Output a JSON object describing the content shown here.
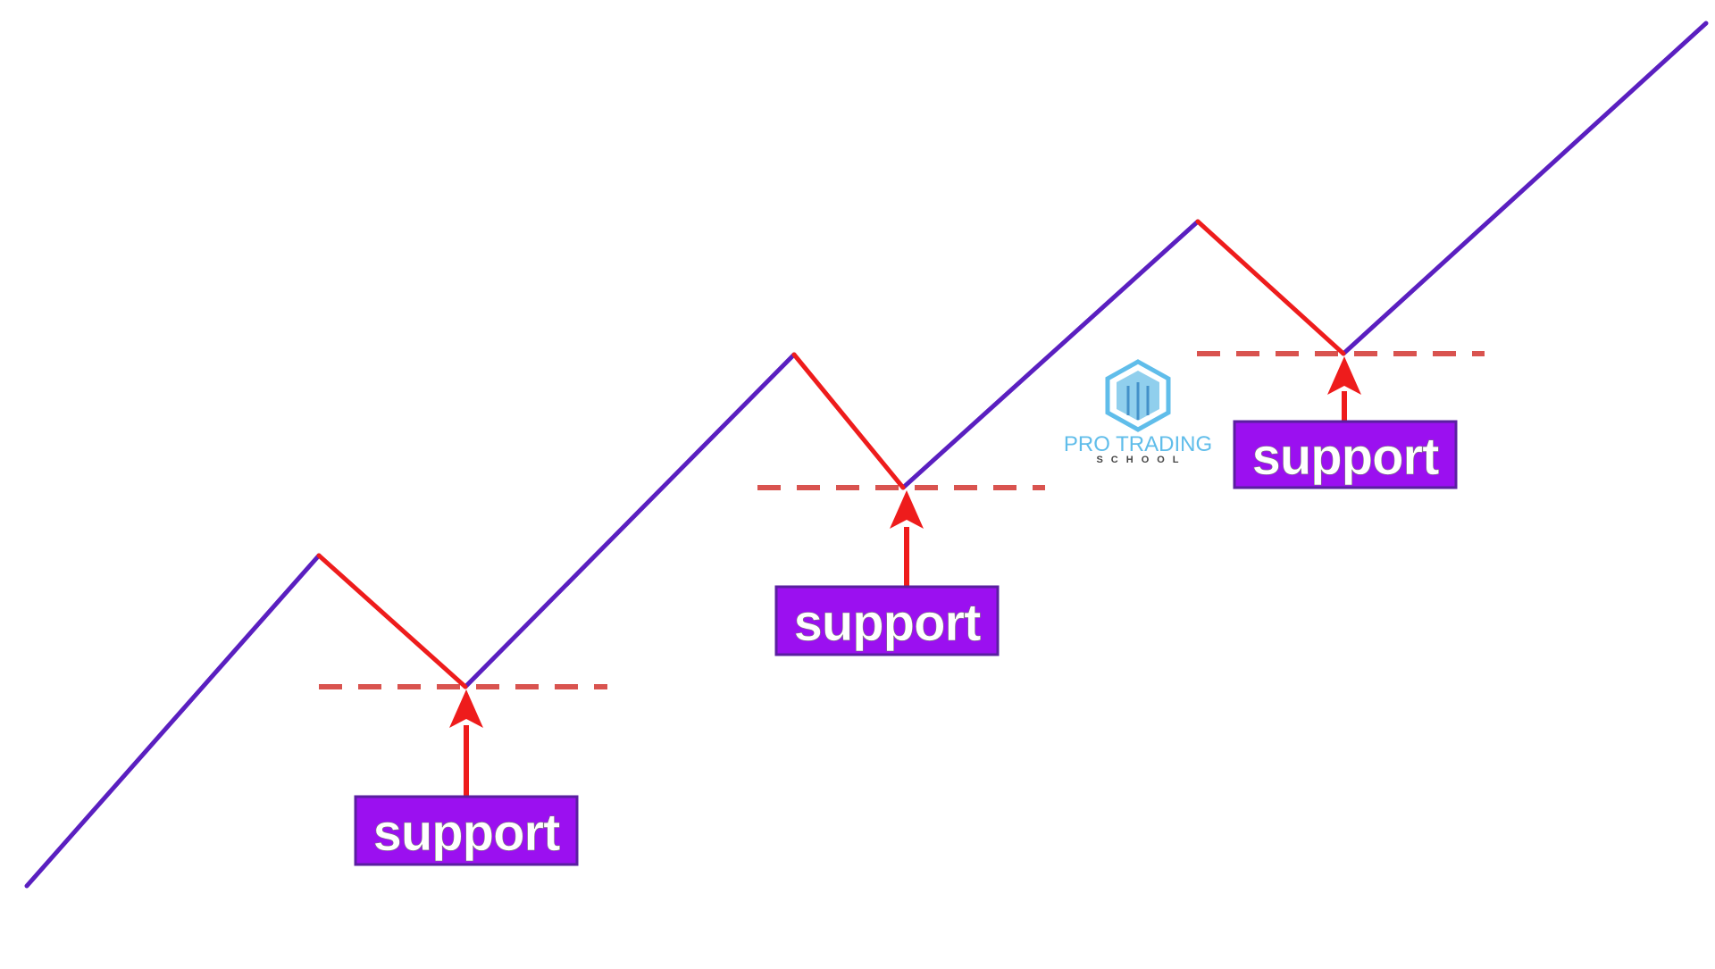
{
  "colors": {
    "trend_line": "#5a1fc0",
    "pullback_line": "#ee1c1c",
    "support_level": "#d9534f",
    "arrow": "#ee1c1c",
    "label_fill": "#9b10f0",
    "label_border": "#5a1fa0",
    "label_text": "#ffffff",
    "watermark": "#4fb6e8"
  },
  "labels": [
    {
      "text": "support"
    },
    {
      "text": "support"
    },
    {
      "text": "support"
    }
  ],
  "watermark": {
    "title": "PRO TRADING",
    "subtitle": "SCHOOL",
    "icon": "cube-logo-icon"
  }
}
